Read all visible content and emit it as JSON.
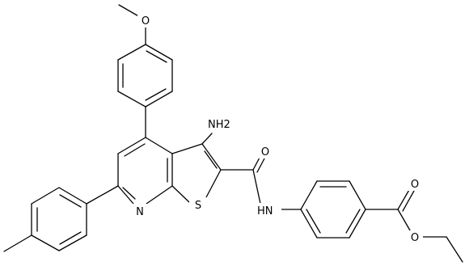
{
  "atom_labels": {
    "nh2": "NH2",
    "n_ring": "N",
    "s_ring": "S",
    "amide_o": "O",
    "amide_nh": "HN",
    "ester_o_carbonyl": "O",
    "ester_o_ether": "O",
    "methoxy_o": "O"
  }
}
